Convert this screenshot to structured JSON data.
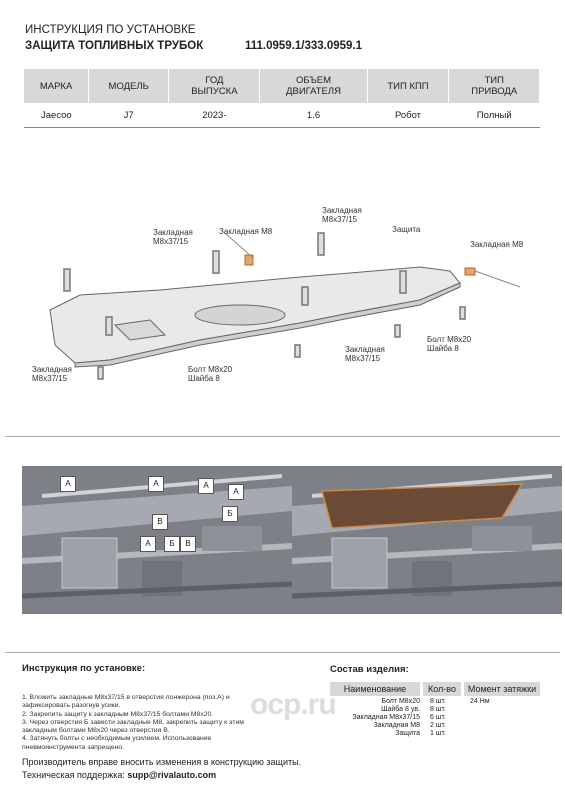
{
  "header": {
    "line1": "ИНСТРУКЦИЯ ПО УСТАНОВКЕ",
    "line2": "ЗАЩИТА ТОПЛИВНЫХ ТРУБОК",
    "code": "111.0959.1/333.0959.1"
  },
  "spec_table": {
    "columns": [
      [
        "МАРКА"
      ],
      [
        "МОДЕЛЬ"
      ],
      [
        "ГОД",
        "ВЫПУСКА"
      ],
      [
        "ОБЪЕМ",
        "ДВИГАТЕЛЯ"
      ],
      [
        "ТИП КПП"
      ],
      [
        "ТИП",
        "ПРИВОДА"
      ]
    ],
    "row": [
      "Jaecoo",
      "J7",
      "2023-",
      "1.6",
      "Робот",
      "Полный"
    ]
  },
  "drawing_labels": {
    "zakl_top": [
      "Закладная",
      "М8х37/15"
    ],
    "zakl_m8_left": "Закладная М8",
    "zakl_mid": [
      "Закладная",
      "М8х37/15"
    ],
    "zashchita": "Защита",
    "zakl_m8_right": "Закладная М8",
    "zakl_left": [
      "Закладная",
      "М8х37/15"
    ],
    "bolt_left": [
      "Болт М8х20",
      "Шайба 8"
    ],
    "zakl_bottom": [
      "Закладная",
      "М8х37/15"
    ],
    "bolt_right": [
      "Болт М8х20",
      "Шайба 8"
    ]
  },
  "photo_markers": [
    "А",
    "А",
    "А",
    "А",
    "Б",
    "В",
    "А",
    "Б",
    "В"
  ],
  "instructions": {
    "title": "Инструкция по установке:",
    "steps": [
      "1. Вложить закладные М8х37/15 в отверстия лонжерона (поз.А) и",
      "зафиксировать разогнув усики.",
      "2. Закрепить защиту к закладным М8х37/15 болтами М8х20.",
      "3. Через отверстия Б завести закладные М8, закрепить защиту к этим",
      "закладным болтами М8х20 через отверстия В.",
      "4. Затянуть болты с необходимым усилием. Использование",
      "пневмоинструмента запрещено."
    ]
  },
  "composition": {
    "title": "Состав изделия:",
    "headers": [
      "Наименование",
      "Кол-во",
      "Момент затяжки"
    ],
    "items": [
      {
        "name": "Болт М8х20",
        "qty": "8 шт.",
        "torque": "24 Нм"
      },
      {
        "name": "Шайба 8 ув.",
        "qty": "8 шт.",
        "torque": ""
      },
      {
        "name": "Закладная М8х37/15",
        "qty": "6 шт.",
        "torque": ""
      },
      {
        "name": "Закладная М8",
        "qty": "2 шт.",
        "torque": ""
      },
      {
        "name": "Защита",
        "qty": "1 шт.",
        "torque": ""
      }
    ]
  },
  "watermark": "ocp.ru",
  "footer": {
    "notice": "Производитель вправе вносить изменения в конструкцию защиты.",
    "support_label": "Техническая поддержка:",
    "support_email": "supp@rivalauto.com"
  }
}
